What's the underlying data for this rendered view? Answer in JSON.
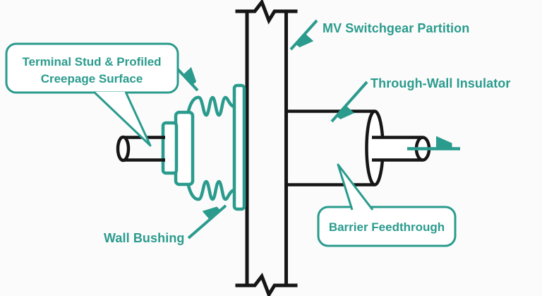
{
  "diagram": {
    "type": "technical-schematic",
    "subject": "MV switchgear wall bushing and through-wall insulator feedthrough",
    "colors": {
      "accent_teal": "#2A9B8D",
      "line_black": "#161616",
      "background": "#fbfbfb",
      "callout_fill": "#ffffff"
    },
    "labels": {
      "terminal_stud_line1": "Terminal Stud & Profiled",
      "terminal_stud_line2": "Creepage Surface",
      "mv_partition": "MV Switchgear Partition",
      "through_wall": "Through-Wall Insulator",
      "wall_bushing": "Wall Bushing",
      "barrier_feedthrough": "Barrier Feedthrough"
    },
    "components": [
      "switchgear-partition-wall",
      "wall-bushing",
      "left-terminal-stud",
      "through-wall-insulator",
      "right-terminal-stud",
      "conductor-flow-arrow"
    ],
    "annotations": [
      {
        "target": "corrugated-creepage-surface",
        "style": "callout-box-with-arrow"
      },
      {
        "target": "partition-wall",
        "style": "arrow-label"
      },
      {
        "target": "insulator-body",
        "style": "arrow-label"
      },
      {
        "target": "bushing-flange",
        "style": "arrow-label"
      },
      {
        "target": "insulator-feedthrough",
        "style": "callout-box-with-tail"
      }
    ]
  }
}
